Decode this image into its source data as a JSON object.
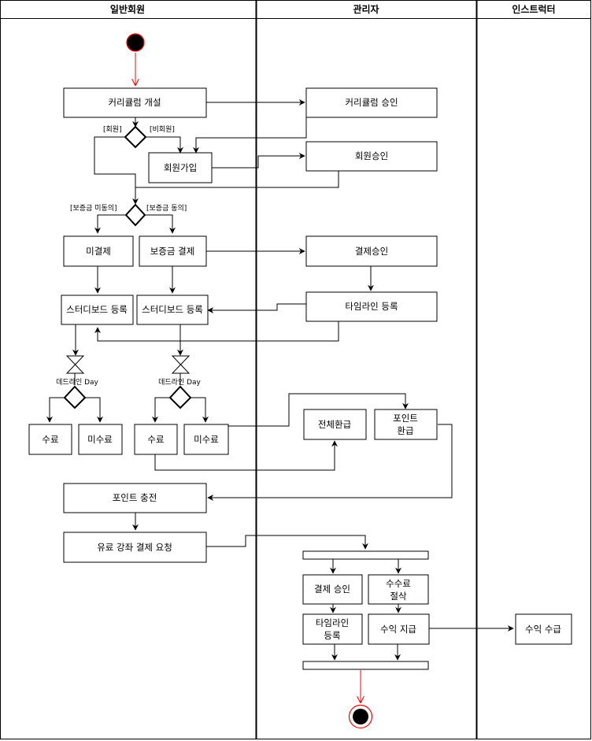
{
  "lanes": {
    "member": "일반회원",
    "admin": "관리자",
    "instructor": "인스트럭터"
  },
  "nodes": {
    "curriculum_open": "커리큘럼 개설",
    "curriculum_approve": "커리큘럼 승인",
    "signup": "회원가입",
    "member_approve": "회원승인",
    "unpaid": "미결제",
    "deposit_pay": "보증금 결제",
    "payment_approve": "결제승인",
    "studyboard_reg_1": "스터디보드 등록",
    "studyboard_reg_2": "스터디보드 등록",
    "timeline_reg": "타임라인 등록",
    "deadline_1": "데드라인 Day",
    "deadline_2": "데드라인 Day",
    "complete_1": "수료",
    "incomplete_1": "미수료",
    "complete_2": "수료",
    "incomplete_2": "미수료",
    "full_refund": "전체환급",
    "point_refund_1": "포인트",
    "point_refund_2": "환급",
    "point_charge": "포인트 충전",
    "paid_course_request": "유료 강좌 결제 요청",
    "payment_approve_2": "결제 승인",
    "fee_deduct_1": "수수료",
    "fee_deduct_2": "절삭",
    "timeline_reg_2_1": "타임라인",
    "timeline_reg_2_2": "등록",
    "revenue_pay": "수익 지급",
    "revenue_receive": "수익 수급"
  },
  "guards": {
    "member": "[회원]",
    "non_member": "[비회원]",
    "deposit_disagree": "[보증금 미동의]",
    "deposit_agree": "[보증금 동의]"
  },
  "colors": {
    "stroke": "#000000",
    "start_end": "#ff0000",
    "fill": "#ffffff"
  }
}
